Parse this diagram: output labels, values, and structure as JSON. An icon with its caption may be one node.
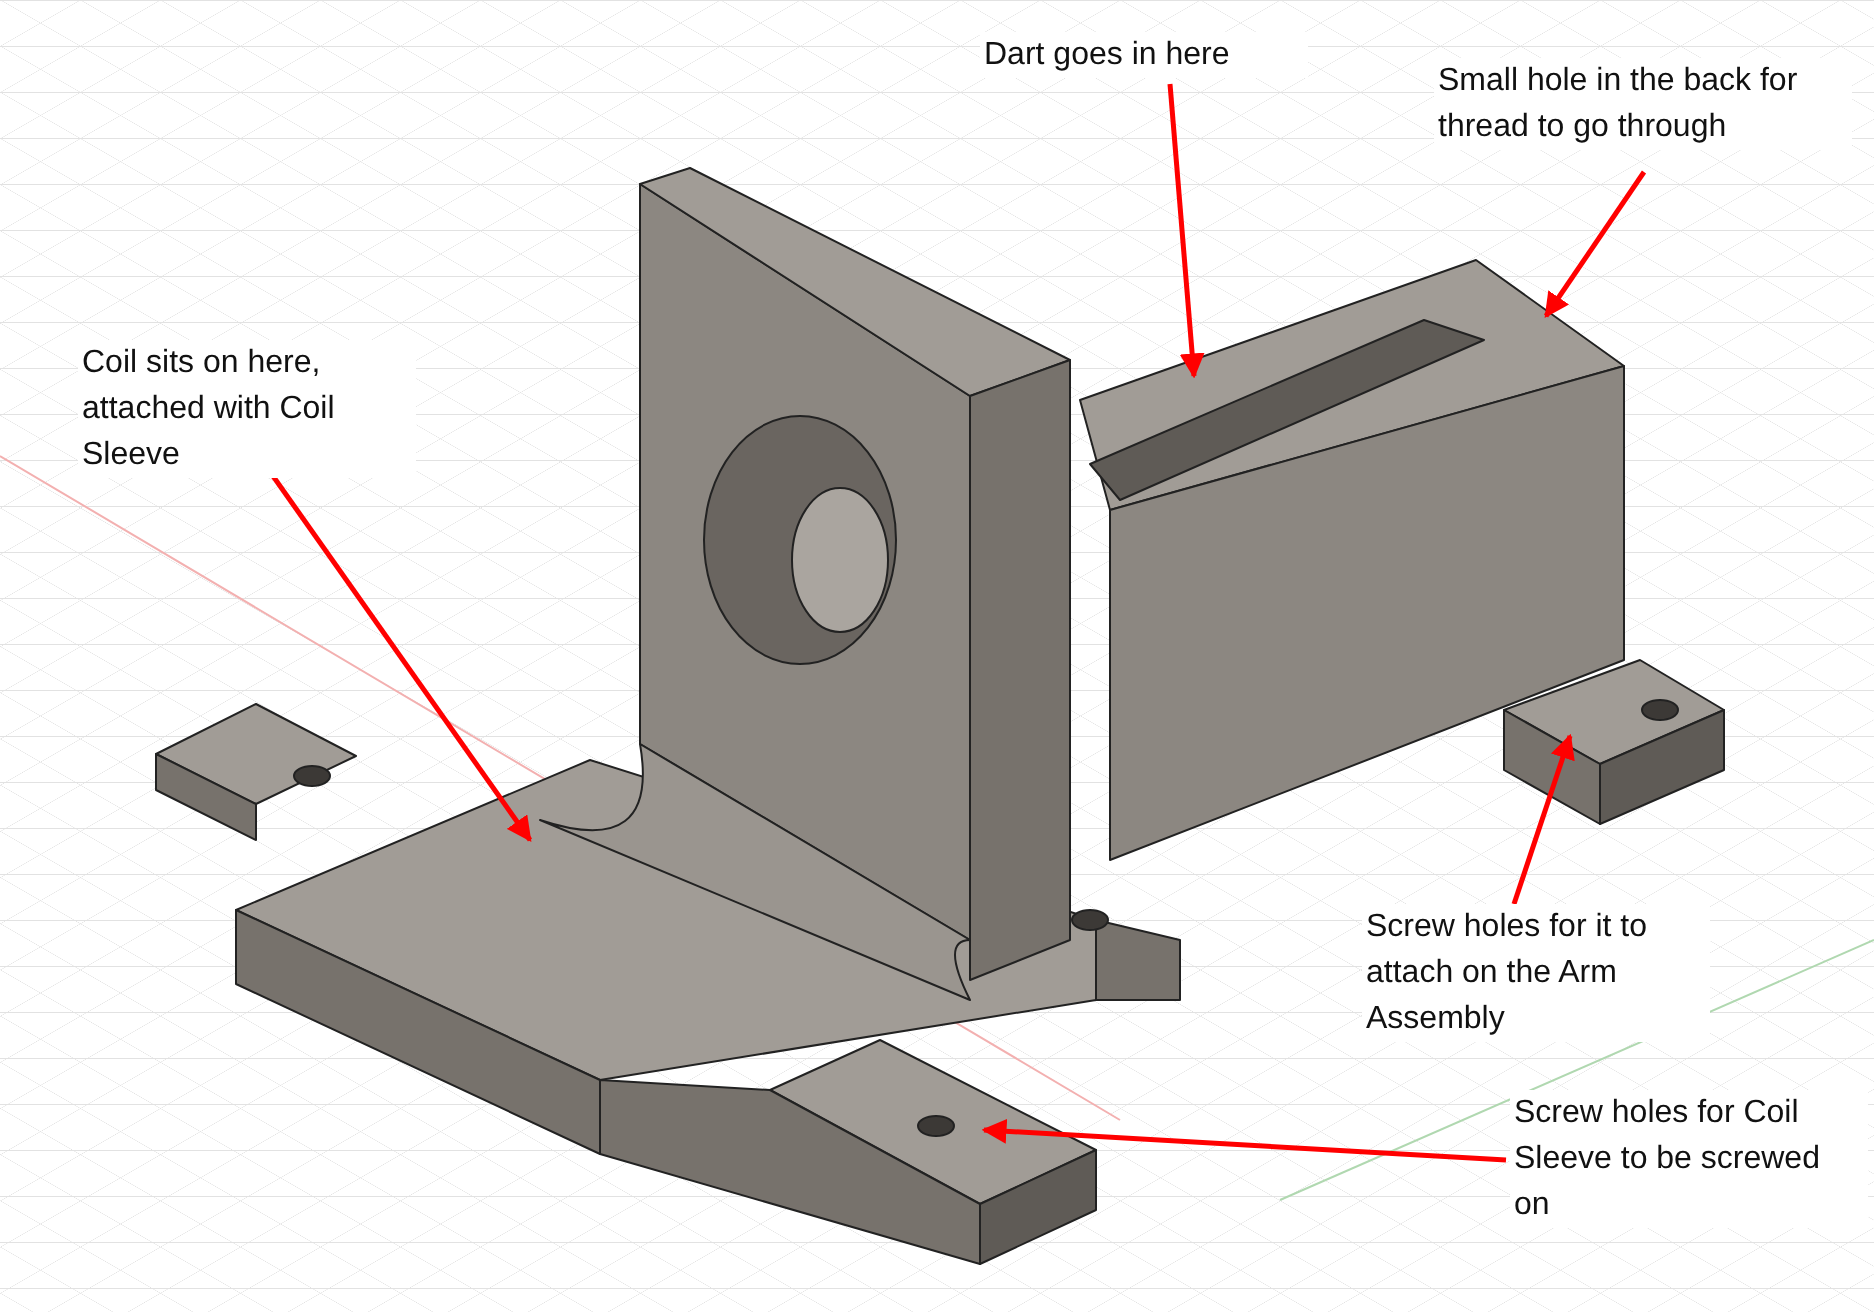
{
  "diagram": {
    "nodes": [
      {
        "text": [
          "Dart goes in here"
        ]
      },
      {
        "text": [
          "Small hole in the back for thread to go through"
        ]
      },
      {
        "text": [
          "Coil sits on here, attached with Coil Sleeve"
        ]
      },
      {
        "text": [
          "Screw holes for it to attach on the Arm Assembly"
        ]
      },
      {
        "text": [
          "Screw holes for Coil Sleeve to be screwed on"
        ]
      }
    ],
    "edges": [
      {
        "from": 0,
        "to": null,
        "arrow": "to"
      },
      {
        "from": 1,
        "to": null,
        "arrow": "to"
      },
      {
        "from": 2,
        "to": null,
        "arrow": "to"
      },
      {
        "from": 3,
        "to": null,
        "arrow": "to"
      },
      {
        "from": 4,
        "to": null,
        "arrow": "to"
      }
    ]
  }
}
